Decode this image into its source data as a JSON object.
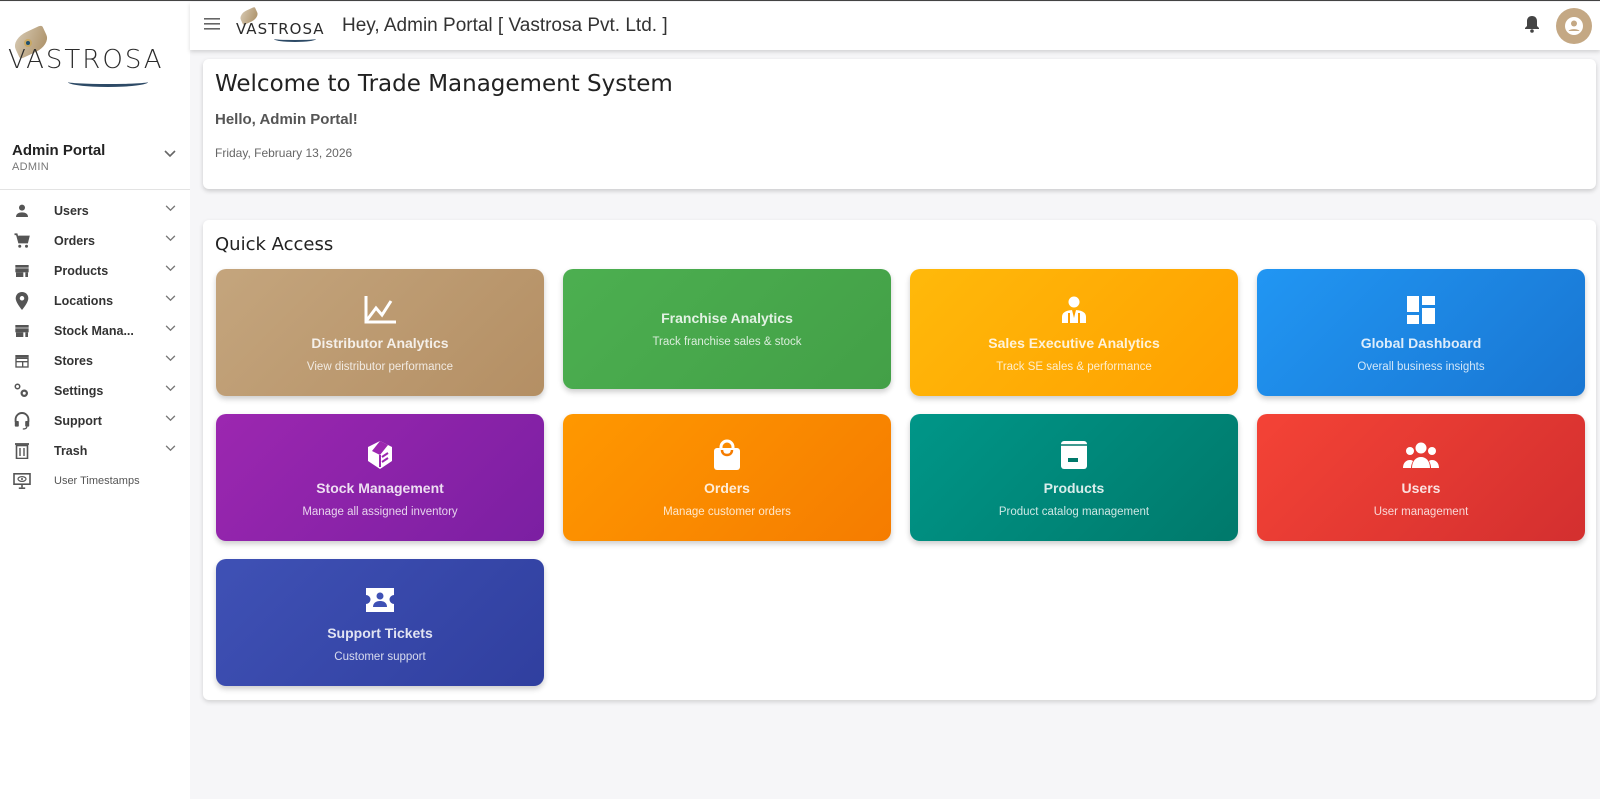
{
  "brand": {
    "logo_text": "VASTROSA"
  },
  "topbar": {
    "greeting": "Hey, Admin Portal [ Vastrosa Pvt. Ltd. ]",
    "icons": {
      "menu": "hamburger-icon",
      "notifications": "bell-icon",
      "account": "account-circle-icon"
    }
  },
  "sidebar": {
    "user": {
      "name": "Admin Portal",
      "role": "ADMIN"
    },
    "items": [
      {
        "label": "Users",
        "icon": "person-icon",
        "expandable": true
      },
      {
        "label": "Orders",
        "icon": "cart-icon",
        "expandable": true
      },
      {
        "label": "Products",
        "icon": "store-icon",
        "expandable": true
      },
      {
        "label": "Locations",
        "icon": "location-pin-icon",
        "expandable": true
      },
      {
        "label": "Stock Mana...",
        "icon": "store-icon",
        "expandable": true
      },
      {
        "label": "Stores",
        "icon": "storefront-outline-icon",
        "expandable": true
      },
      {
        "label": "Settings",
        "icon": "gears-icon",
        "expandable": true
      },
      {
        "label": "Support",
        "icon": "headset-icon",
        "expandable": true
      },
      {
        "label": "Trash",
        "icon": "trash-icon",
        "expandable": true
      },
      {
        "label": "User Timestamps",
        "icon": "monitor-eye-icon",
        "expandable": false
      }
    ]
  },
  "welcome": {
    "title": "Welcome to Trade Management System",
    "hello": "Hello, Admin Portal!",
    "date": "Friday, February 13, 2026"
  },
  "quick_access": {
    "title": "Quick Access",
    "tiles": [
      {
        "title": "Distributor Analytics",
        "subtitle": "View distributor performance",
        "icon": "line-chart-icon",
        "colors": [
          "#c4a57d",
          "#b48f64"
        ]
      },
      {
        "title": "Franchise Analytics",
        "subtitle": "Track franchise sales & stock",
        "icon": "",
        "colors": [
          "#4caf50",
          "#43a047"
        ]
      },
      {
        "title": "Sales Executive Analytics",
        "subtitle": "Track SE sales & performance",
        "icon": "executive-icon",
        "colors": [
          "#ffb90a",
          "#ffa000"
        ]
      },
      {
        "title": "Global Dashboard",
        "subtitle": "Overall business insights",
        "icon": "dashboard-icon",
        "colors": [
          "#2196f3",
          "#1976d2"
        ]
      },
      {
        "title": "Stock Management",
        "subtitle": "Manage all assigned inventory",
        "icon": "box-open-icon",
        "colors": [
          "#9c27b0",
          "#7b1fa2"
        ]
      },
      {
        "title": "Orders",
        "subtitle": "Manage customer orders",
        "icon": "shopping-bag-icon",
        "colors": [
          "#ff9800",
          "#f57c00"
        ]
      },
      {
        "title": "Products",
        "subtitle": "Product catalog management",
        "icon": "archive-box-icon",
        "colors": [
          "#009688",
          "#00796b"
        ]
      },
      {
        "title": "Users",
        "subtitle": "User management",
        "icon": "group-icon",
        "colors": [
          "#f44336",
          "#d32f2f"
        ]
      },
      {
        "title": "Support Tickets",
        "subtitle": "Customer support",
        "icon": "ticket-icon",
        "colors": [
          "#3f51b5",
          "#303f9f"
        ]
      }
    ]
  }
}
